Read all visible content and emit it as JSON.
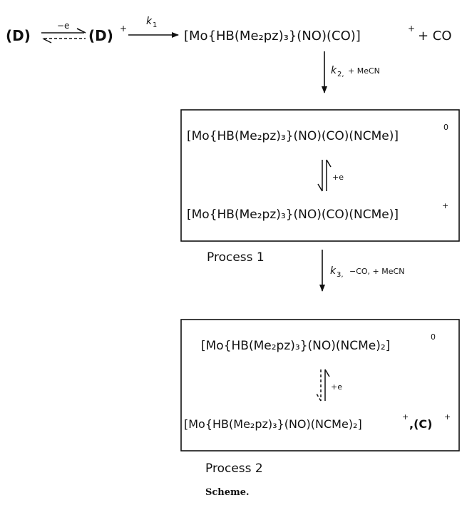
{
  "top_row": {
    "d_left": "(D)",
    "arrow_top_label": "−e",
    "d_right": "(D)",
    "d_right_charge": "+",
    "k1_label": "k",
    "k1_sub": "1",
    "product": "[Mo{HB(Me₂pz)₃}(NO)(CO)]",
    "product_charge": "+",
    "co_byproduct": "+ CO"
  },
  "step_k2": {
    "k": "k",
    "sub": "2,",
    "conditions": "+ MeCN"
  },
  "process1": {
    "box_top_formula": "[Mo{HB(Me₂pz)₃}(NO)(CO)(NCMe)]",
    "box_top_charge": "0",
    "electron": "+e",
    "box_bottom_formula": "[Mo{HB(Me₂pz)₃}(NO)(CO)(NCMe)]",
    "box_bottom_charge": "+",
    "label": "Process 1"
  },
  "step_k3": {
    "k": "k",
    "sub": "3,",
    "conditions": "−CO, + MeCN"
  },
  "process2": {
    "box_top_formula": "[Mo{HB(Me₂pz)₃}(NO)(NCMe)₂]",
    "box_top_charge": "0",
    "electron": "+e",
    "box_bottom_formula": "[Mo{HB(Me₂pz)₃}(NO)(NCMe)₂]",
    "box_bottom_charge": "+",
    "box_bottom_suffix": ",(C)",
    "box_bottom_suffix_charge": "+",
    "label": "Process 2"
  },
  "caption": "Scheme."
}
